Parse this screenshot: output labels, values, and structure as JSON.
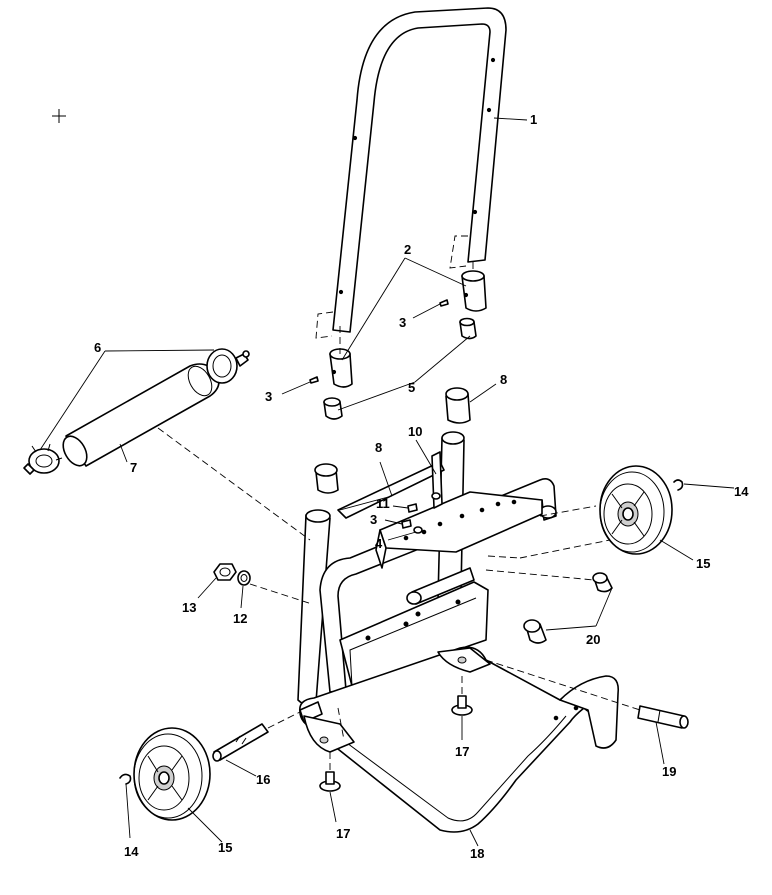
{
  "callouts": [
    {
      "id": "1",
      "text": "1"
    },
    {
      "id": "2",
      "text": "2"
    },
    {
      "id": "3a",
      "text": "3"
    },
    {
      "id": "3b",
      "text": "3"
    },
    {
      "id": "3c",
      "text": "3"
    },
    {
      "id": "4",
      "text": "4"
    },
    {
      "id": "5",
      "text": "5"
    },
    {
      "id": "6",
      "text": "6"
    },
    {
      "id": "7",
      "text": "7"
    },
    {
      "id": "8a",
      "text": "8"
    },
    {
      "id": "8b",
      "text": "8"
    },
    {
      "id": "10",
      "text": "10"
    },
    {
      "id": "11",
      "text": "11"
    },
    {
      "id": "12",
      "text": "12"
    },
    {
      "id": "13",
      "text": "13"
    },
    {
      "id": "14a",
      "text": "14"
    },
    {
      "id": "14b",
      "text": "14"
    },
    {
      "id": "15a",
      "text": "15"
    },
    {
      "id": "15b",
      "text": "15"
    },
    {
      "id": "16",
      "text": "16"
    },
    {
      "id": "17a",
      "text": "17"
    },
    {
      "id": "17b",
      "text": "17"
    },
    {
      "id": "18",
      "text": "18"
    },
    {
      "id": "19",
      "text": "19"
    },
    {
      "id": "20",
      "text": "20"
    }
  ]
}
